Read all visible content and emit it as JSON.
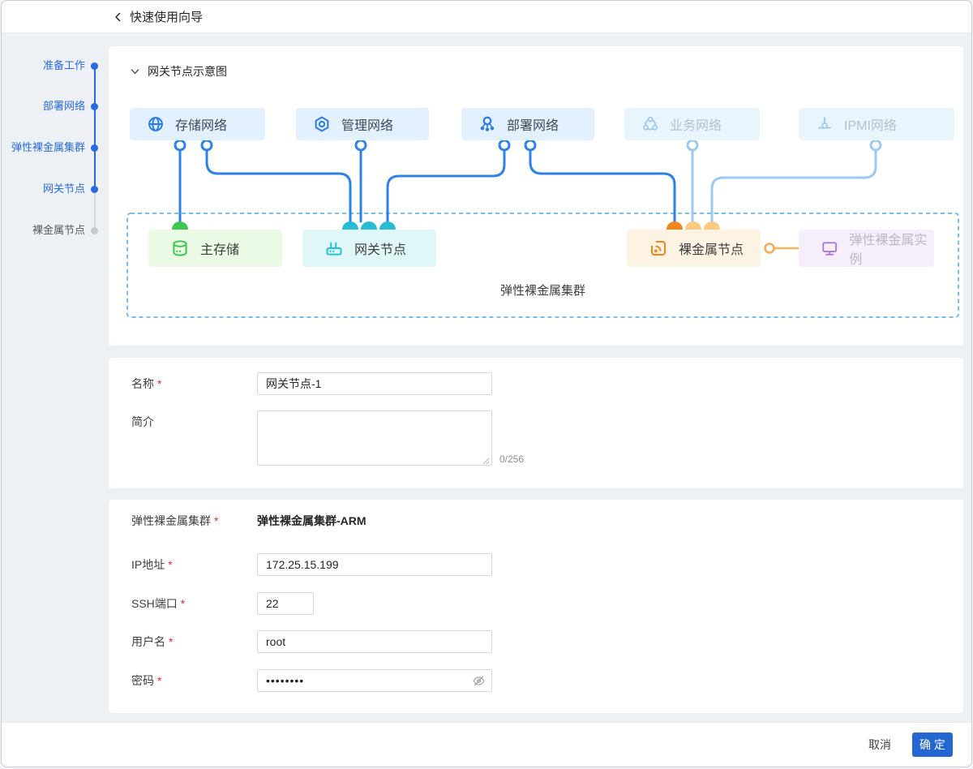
{
  "header": {
    "title": "快速使用向导"
  },
  "steps": [
    {
      "label": "准备工作",
      "state": "done"
    },
    {
      "label": "部署网络",
      "state": "done"
    },
    {
      "label": "弹性裸金属集群",
      "state": "done"
    },
    {
      "label": "网关节点",
      "state": "current"
    },
    {
      "label": "裸金属节点",
      "state": "pending"
    }
  ],
  "diagram": {
    "section_title": "网关节点示意图",
    "cluster_label": "弹性裸金属集群",
    "networks": [
      {
        "label": "存储网络",
        "icon": "globe-icon",
        "state": "active"
      },
      {
        "label": "管理网络",
        "icon": "nut-icon",
        "state": "active"
      },
      {
        "label": "部署网络",
        "icon": "nodes-icon",
        "state": "active"
      },
      {
        "label": "业务网络",
        "icon": "ring-nodes-icon",
        "state": "inactive"
      },
      {
        "label": "IPMI网络",
        "icon": "connector-icon",
        "state": "inactive"
      }
    ],
    "nodes": [
      {
        "label": "主存储",
        "icon": "database-icon",
        "theme": "green"
      },
      {
        "label": "网关节点",
        "icon": "router-icon",
        "theme": "cyan"
      },
      {
        "label": "裸金属节点",
        "icon": "broadcast-icon",
        "theme": "orange"
      },
      {
        "label": "弹性裸金属实例",
        "icon": "monitor-icon",
        "theme": "purple"
      }
    ]
  },
  "form": {
    "required_mark": "*",
    "name": {
      "label": "名称",
      "value": "网关节点-1"
    },
    "desc": {
      "label": "简介",
      "value": "",
      "counter": "0/256"
    },
    "cluster": {
      "label": "弹性裸金属集群",
      "value": "弹性裸金属集群-ARM"
    },
    "ip": {
      "label": "IP地址",
      "value": "172.25.15.199"
    },
    "ssh": {
      "label": "SSH端口",
      "value": "22"
    },
    "user": {
      "label": "用户名",
      "value": "root"
    },
    "password": {
      "label": "密码",
      "value": "••••••••"
    }
  },
  "footer": {
    "cancel_label": "取消",
    "confirm_label": "确 定"
  },
  "colors": {
    "primary": "#2467d0",
    "step_active": "#2a6ae0",
    "line_active": "#2f81e6",
    "line_inactive": "#9cc8f1",
    "green": "#3fc74f",
    "cyan": "#22c3d6",
    "orange": "#f08519",
    "orange_light": "#fbc97f",
    "purple": "#ab77dd",
    "required": "#f5222d"
  }
}
